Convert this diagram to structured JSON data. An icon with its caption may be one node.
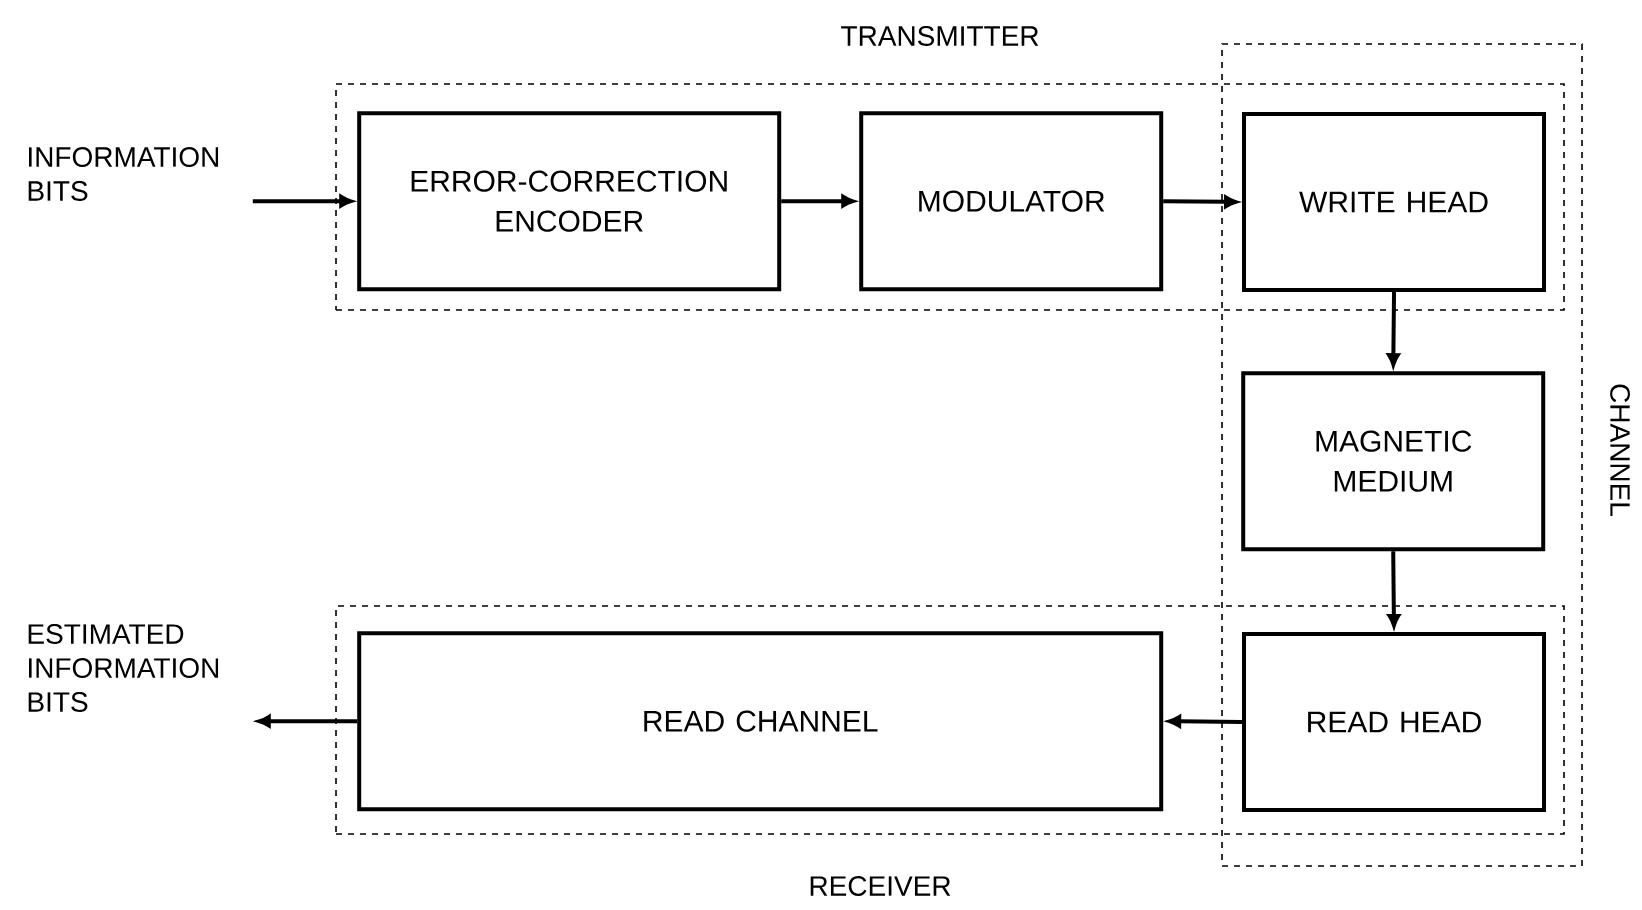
{
  "diagram": {
    "nodes": [
      {
        "text": [
          "TRANSMITTER"
        ]
      },
      {
        "text": [
          "CHANNEL"
        ]
      },
      {
        "text": [
          "RECEIVER"
        ]
      },
      {
        "text": [
          "INFORMATION BITS"
        ]
      },
      {
        "text": [
          "ERROR-CORRECTION ENCODER"
        ],
        "in": 0
      },
      {
        "text": [
          "MODULATOR"
        ],
        "in": 0
      },
      {
        "text": [
          "WRITE HEAD"
        ]
      },
      {
        "text": [
          "MAGNETIC MEDIUM"
        ],
        "in": 1
      },
      {
        "text": [
          "READ HEAD"
        ]
      },
      {
        "text": [
          "READ CHANNEL"
        ],
        "in": 2
      },
      {
        "text": [
          "ESTIMATED INFORMATION BITS"
        ]
      }
    ],
    "edges": [
      {
        "from": 3,
        "to": 4,
        "arrow": "to"
      },
      {
        "from": 4,
        "to": 5,
        "arrow": "to"
      },
      {
        "from": 5,
        "to": 6,
        "arrow": "to"
      },
      {
        "from": 6,
        "to": 7,
        "arrow": "to"
      },
      {
        "from": 7,
        "to": 8,
        "arrow": "to"
      },
      {
        "from": 8,
        "to": 9,
        "arrow": "to"
      },
      {
        "from": 9,
        "to": 10,
        "arrow": "to"
      }
    ]
  }
}
